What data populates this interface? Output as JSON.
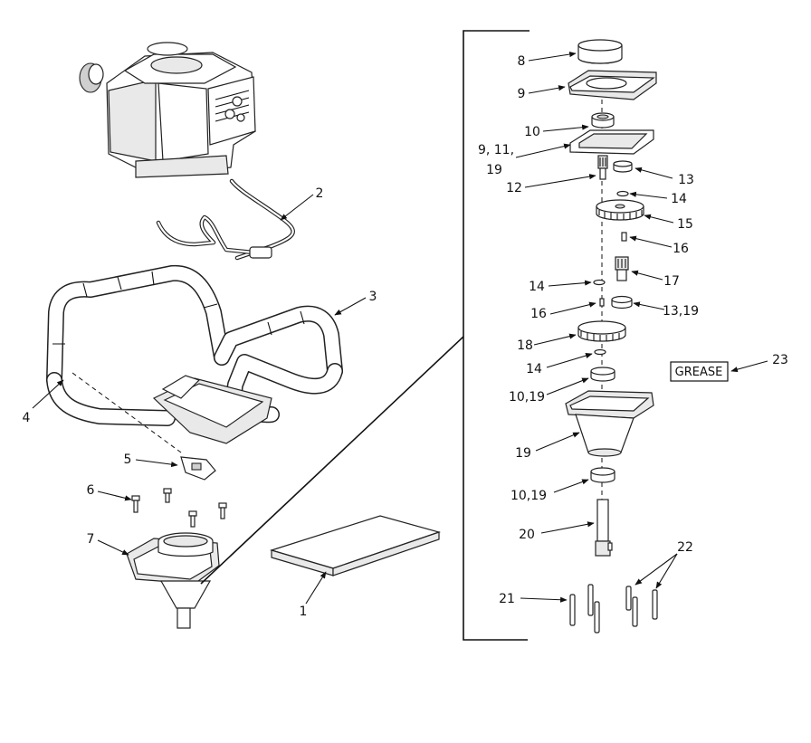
{
  "labels": {
    "p1": "1",
    "p2": "2",
    "p3": "3",
    "p4": "4",
    "p5": "5",
    "p6": "6",
    "p7": "7",
    "p8": "8",
    "p9": "9",
    "p10": "10",
    "p9_11_19_line1": "9, 11,",
    "p9_11_19_line2": "19",
    "p12": "12",
    "p13": "13",
    "p14_a": "14",
    "p15": "15",
    "p16_a": "16",
    "p17": "17",
    "p14_b": "14",
    "p16_b": "16",
    "p13_19": "13,19",
    "p18": "18",
    "p14_c": "14",
    "p10_19_a": "10,19",
    "p23": "23",
    "p19": "19",
    "p10_19_b": "10,19",
    "p20": "20",
    "p22": "22",
    "p21": "21"
  },
  "grease_box": {
    "text": "GREASE"
  },
  "colors": {
    "line": "#222222",
    "fill": "#ffffff",
    "shade": "#e9e9e9"
  }
}
